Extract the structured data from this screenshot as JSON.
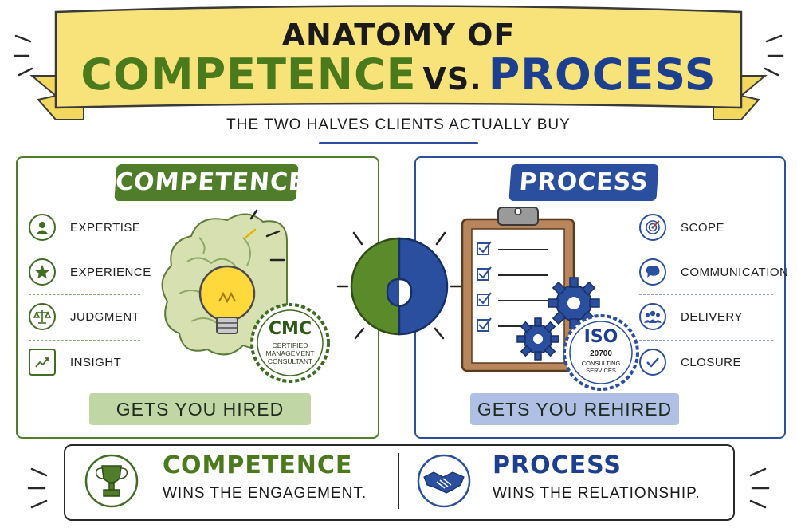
{
  "title": {
    "line1": "ANATOMY OF",
    "competence": "COMPETENCE",
    "vs": "VS.",
    "process": "PROCESS",
    "subtitle": "THE TWO HALVES CLIENTS ACTUALLY BUY"
  },
  "competence_panel": {
    "heading": "COMPETENCE",
    "items": [
      {
        "label": "EXPERTISE",
        "icon": "person-icon"
      },
      {
        "label": "EXPERIENCE",
        "icon": "star-icon"
      },
      {
        "label": "JUDGMENT",
        "icon": "scales-icon"
      },
      {
        "label": "INSIGHT",
        "icon": "trend-chart-icon"
      }
    ],
    "badge": {
      "code": "CMC",
      "line1": "CERTIFIED",
      "line2": "MANAGEMENT",
      "line3": "CONSULTANT"
    },
    "footer": "GETS YOU HIRED"
  },
  "process_panel": {
    "heading": "PROCESS",
    "items": [
      {
        "label": "SCOPE",
        "icon": "target-icon"
      },
      {
        "label": "COMMUNICATION",
        "icon": "speech-bubble-icon"
      },
      {
        "label": "DELIVERY",
        "icon": "people-icon"
      },
      {
        "label": "CLOSURE",
        "icon": "checkmark-icon"
      }
    ],
    "badge": {
      "code": "ISO",
      "number": "20700",
      "line1": "CONSULTING",
      "line2": "SERVICES"
    },
    "footer": "GETS YOU REHIRED"
  },
  "bottom": {
    "left_head": "COMPETENCE",
    "left_sub": "WINS THE ENGAGEMENT.",
    "right_head": "PROCESS",
    "right_sub": "WINS THE RELATIONSHIP."
  },
  "colors": {
    "green": "#4f7d2a",
    "blue": "#2a4f9e",
    "banner": "#f8e27a"
  }
}
